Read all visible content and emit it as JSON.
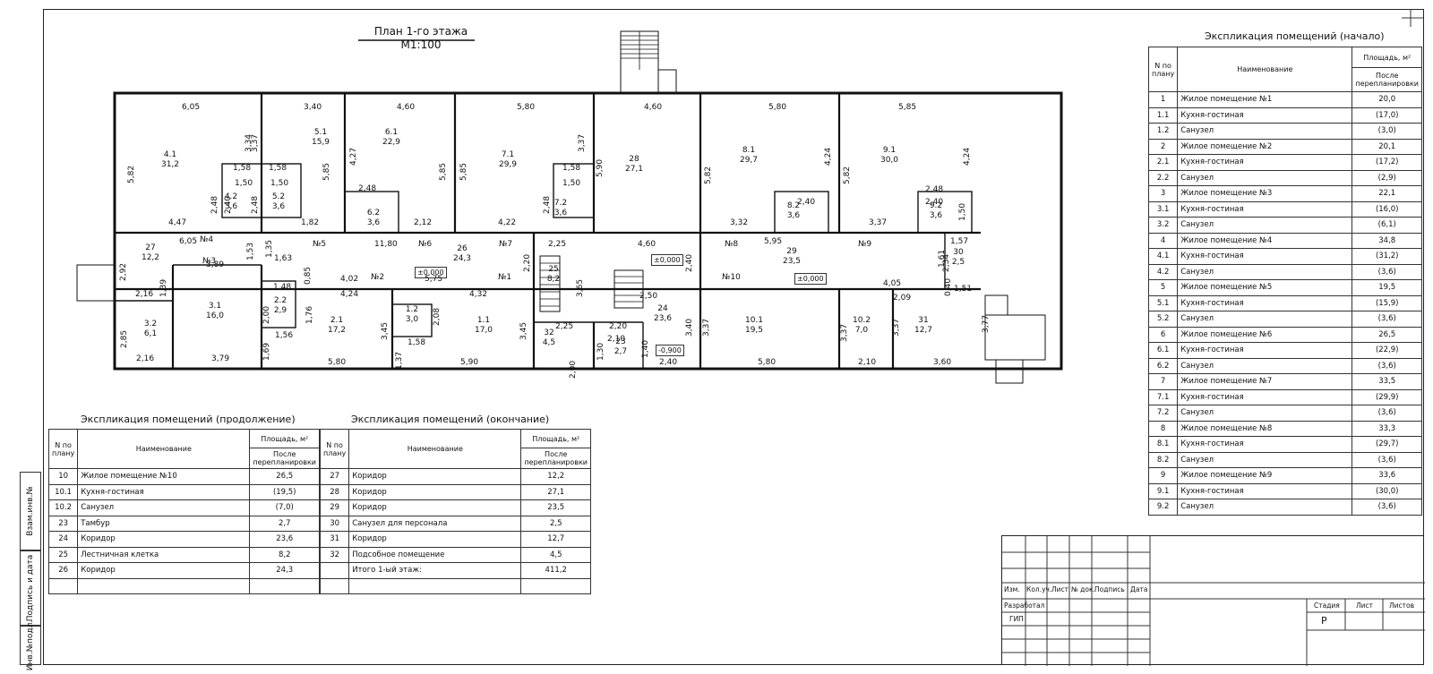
{
  "plan": {
    "title": "План 1-го этажа",
    "scale": "М1:100",
    "room_labels": [
      {
        "num": "4.1",
        "area": "31,2"
      },
      {
        "num": "5.1",
        "area": "15,9"
      },
      {
        "num": "6.1",
        "area": "22,9"
      },
      {
        "num": "7.1",
        "area": "29,9"
      },
      {
        "num": "28",
        "area": "27,1"
      },
      {
        "num": "8.1",
        "area": "29,7"
      },
      {
        "num": "9.1",
        "area": "30,0"
      },
      {
        "num": "4.2",
        "area": "3,6"
      },
      {
        "num": "5.2",
        "area": "3,6"
      },
      {
        "num": "6.2",
        "area": "3,6"
      },
      {
        "num": "7.2",
        "area": "3,6"
      },
      {
        "num": "8.2",
        "area": "3,6"
      },
      {
        "num": "9.2",
        "area": "3,6"
      },
      {
        "num": "27",
        "area": "12,2"
      },
      {
        "num": "26",
        "area": "24,3"
      },
      {
        "num": "29",
        "area": "23,5"
      },
      {
        "num": "25",
        "area": "8,2"
      },
      {
        "num": "30",
        "area": "2,5"
      },
      {
        "num": "3.1",
        "area": "16,0"
      },
      {
        "num": "3.2",
        "area": "6,1"
      },
      {
        "num": "2.2",
        "area": "2,9"
      },
      {
        "num": "2.1",
        "area": "17,2"
      },
      {
        "num": "1.2",
        "area": "3,0"
      },
      {
        "num": "1.1",
        "area": "17,0"
      },
      {
        "num": "24",
        "area": "23,6"
      },
      {
        "num": "32",
        "area": "4,5"
      },
      {
        "num": "23",
        "area": "2,7"
      },
      {
        "num": "10.1",
        "area": "19,5"
      },
      {
        "num": "10.2",
        "area": "7,0"
      },
      {
        "num": "31",
        "area": "12,7"
      }
    ],
    "dimensions": [
      "6,05",
      "3,40",
      "4,60",
      "5,80",
      "4,60",
      "5,80",
      "5,85",
      "5,82",
      "3,37",
      "3,34",
      "5,85",
      "4,27",
      "5,85",
      "5,85",
      "3,37",
      "5,90",
      "5,82",
      "4,24",
      "5,82",
      "4,24",
      "1,58",
      "1,58",
      "1,58",
      "1,50",
      "1,50",
      "1,50",
      "2,48",
      "2,40",
      "2,48",
      "2,48",
      "2,48",
      "2,40",
      "2,48",
      "2,40",
      "4,47",
      "1,82",
      "2,12",
      "4,22",
      "3,32",
      "3,37",
      "1,50",
      "6,05",
      "11,80",
      "2,25",
      "4,60",
      "5,95",
      "1,57",
      "1,53",
      "1,35",
      "1,63",
      "2,92",
      "3,89",
      "1,39",
      "2,16",
      "4,02",
      "5,75",
      "2,20",
      "3,65",
      "2,40",
      "2,34",
      "4,05",
      "0,85",
      "4,24",
      "4,32",
      "2,50",
      "2,09",
      "1,51",
      "1,48",
      "2,00",
      "1,76",
      "2,08",
      "3,45",
      "3,45",
      "3,40",
      "3,37",
      "3,37",
      "3,37",
      "3,77",
      "2,85",
      "1,56",
      "1,69",
      "1,37",
      "1,58",
      "2,25",
      "2,20",
      "2,10",
      "1,30",
      "2,00",
      "1,40",
      "2,16",
      "3,79",
      "5,80",
      "5,90",
      "2,40",
      "5,80",
      "2,10",
      "3,60",
      "0,40",
      "1,61"
    ],
    "marks": [
      "№4",
      "№5",
      "№6",
      "№7",
      "№8",
      "№9",
      "№3",
      "№2",
      "№1",
      "№10",
      "±0,000",
      "±0,000",
      "±0,000",
      "-0,900"
    ]
  },
  "table_start": {
    "title": "Экспликация помещений (начало)",
    "col_n": "N по плану",
    "col_name": "Наименование",
    "col_area": "Площадь, м²",
    "col_area_sub": "После перепланировки",
    "rows": [
      [
        "1",
        "Жилое помещение №1",
        "20,0"
      ],
      [
        "1.1",
        "Кухня-гостиная",
        "(17,0)"
      ],
      [
        "1.2",
        "Санузел",
        "(3,0)"
      ],
      [
        "2",
        "Жилое помещение №2",
        "20,1"
      ],
      [
        "2.1",
        "Кухня-гостиная",
        "(17,2)"
      ],
      [
        "2.2",
        "Санузел",
        "(2,9)"
      ],
      [
        "3",
        "Жилое помещение №3",
        "22,1"
      ],
      [
        "3.1",
        "Кухня-гостиная",
        "(16,0)"
      ],
      [
        "3.2",
        "Санузел",
        "(6,1)"
      ],
      [
        "4",
        "Жилое помещение №4",
        "34,8"
      ],
      [
        "4.1",
        "Кухня-гостиная",
        "(31,2)"
      ],
      [
        "4.2",
        "Санузел",
        "(3,6)"
      ],
      [
        "5",
        "Жилое помещение №5",
        "19,5"
      ],
      [
        "5.1",
        "Кухня-гостиная",
        "(15,9)"
      ],
      [
        "5.2",
        "Санузел",
        "(3,6)"
      ],
      [
        "6",
        "Жилое помещение №6",
        "26,5"
      ],
      [
        "6.1",
        "Кухня-гостиная",
        "(22,9)"
      ],
      [
        "6.2",
        "Санузел",
        "(3,6)"
      ],
      [
        "7",
        "Жилое помещение №7",
        "33,5"
      ],
      [
        "7.1",
        "Кухня-гостиная",
        "(29,9)"
      ],
      [
        "7.2",
        "Санузел",
        "(3,6)"
      ],
      [
        "8",
        "Жилое помещение №8",
        "33,3"
      ],
      [
        "8.1",
        "Кухня-гостиная",
        "(29,7)"
      ],
      [
        "8.2",
        "Санузел",
        "(3,6)"
      ],
      [
        "9",
        "Жилое помещение №9",
        "33,6"
      ],
      [
        "9.1",
        "Кухня-гостиная",
        "(30,0)"
      ],
      [
        "9.2",
        "Санузел",
        "(3,6)"
      ]
    ]
  },
  "table_cont": {
    "title": "Экспликация помещений (продолжение)",
    "col_n": "N по плану",
    "col_name": "Наименование",
    "col_area": "Площадь, м²",
    "col_area_sub": "После перепланировки",
    "rows": [
      [
        "10",
        "Жилое помещение №10",
        "26,5"
      ],
      [
        "10.1",
        "Кухня-гостиная",
        "(19,5)"
      ],
      [
        "10.2",
        "Санузел",
        "(7,0)"
      ],
      [
        "23",
        "Тамбур",
        "2,7"
      ],
      [
        "24",
        "Коридор",
        "23,6"
      ],
      [
        "25",
        "Лестничная клетка",
        "8,2"
      ],
      [
        "26",
        "Коридор",
        "24,3"
      ],
      [
        "",
        "",
        ""
      ]
    ]
  },
  "table_end": {
    "title": "Экспликация помещений (окончание)",
    "col_n": "N по плану",
    "col_name": "Наименование",
    "col_area": "Площадь, м²",
    "col_area_sub": "После перепланировки",
    "rows": [
      [
        "27",
        "Коридор",
        "12,2"
      ],
      [
        "28",
        "Коридор",
        "27,1"
      ],
      [
        "29",
        "Коридор",
        "23,5"
      ],
      [
        "30",
        "Санузел для персонала",
        "2,5"
      ],
      [
        "31",
        "Коридор",
        "12,7"
      ],
      [
        "32",
        "Подсобное помещение",
        "4,5"
      ],
      [
        "",
        "Итого 1-ый этаж:",
        "411,2"
      ],
      [
        "",
        "",
        ""
      ]
    ]
  },
  "side_stamp": [
    "Взам.инв.№",
    "Подпись и дата",
    "Инв.№подл."
  ],
  "title_block": {
    "headers": [
      "Изм.",
      "Кол.уч.",
      "Лист",
      "№ док.",
      "Подпись",
      "Дата"
    ],
    "developed": "Разработал",
    "gip": "ГИП",
    "stage_label": "Стадия",
    "sheet_label": "Лист",
    "sheets_label": "Листов",
    "stage_value": "Р"
  }
}
